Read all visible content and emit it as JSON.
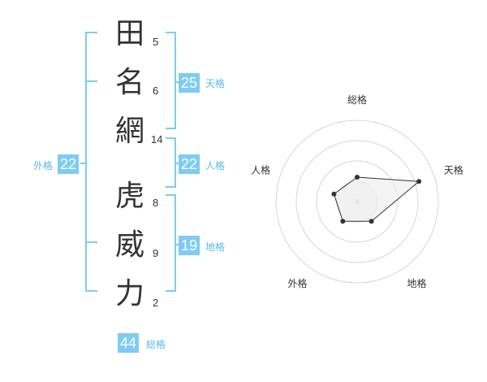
{
  "name": {
    "characters": [
      {
        "char": "田",
        "strokes": "5"
      },
      {
        "char": "名",
        "strokes": "6"
      },
      {
        "char": "網",
        "strokes": "14"
      },
      {
        "char": "虎",
        "strokes": "8"
      },
      {
        "char": "威",
        "strokes": "9"
      },
      {
        "char": "力",
        "strokes": "2"
      }
    ]
  },
  "fortune": {
    "tenkaku": {
      "value": "25",
      "label": "天格"
    },
    "jinkaku": {
      "value": "22",
      "label": "人格"
    },
    "chikaku": {
      "value": "19",
      "label": "地格"
    },
    "gaikaku": {
      "value": "22",
      "label": "外格"
    },
    "soukaku": {
      "value": "44",
      "label": "総格"
    }
  },
  "radar": {
    "axes": [
      "総格",
      "天格",
      "地格",
      "外格",
      "人格"
    ],
    "values": [
      0.3,
      0.8,
      0.3,
      0.3,
      0.3
    ],
    "max": 1.0,
    "rings": 4
  },
  "colors": {
    "bracket": "#7ecbf4",
    "badge_bg": "#7ecbf4",
    "badge_text": "#ffffff",
    "label_text": "#5bb8ee",
    "char_text": "#333333",
    "radar_fill": "#f0f0f0",
    "radar_stroke": "#333333"
  }
}
